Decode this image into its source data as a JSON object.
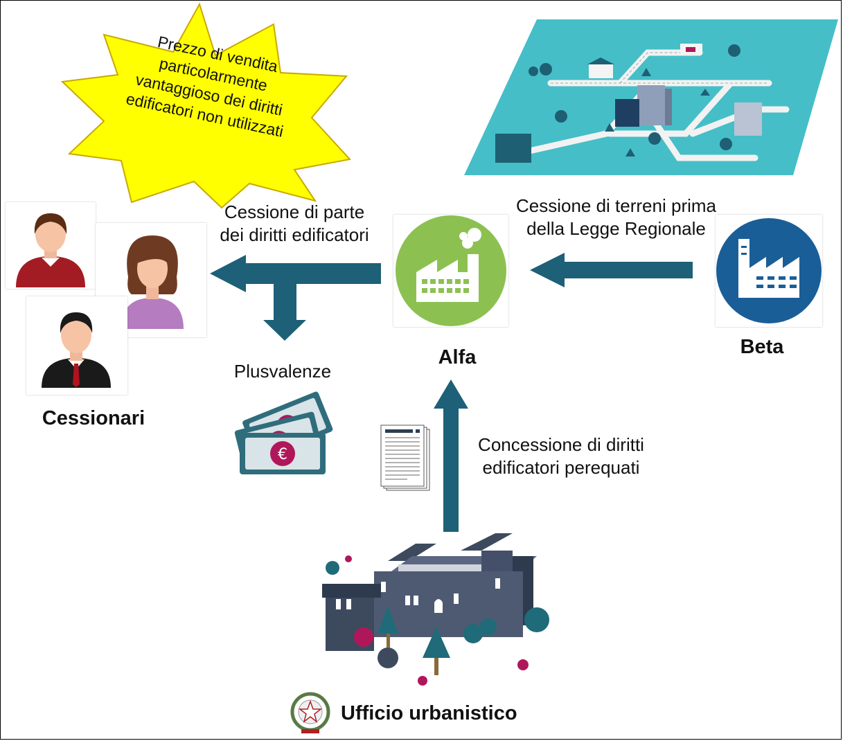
{
  "burst": {
    "lines": [
      "Prezzo di vendita",
      "particolarmente",
      "vantaggioso dei diritti",
      "edificatori non utilizzati"
    ]
  },
  "labels": {
    "cessione_parte": [
      "Cessione di parte",
      "dei diritti edificatori"
    ],
    "cessione_terreni": [
      "Cessione di terreni prima",
      "della Legge Regionale"
    ],
    "concessione": [
      "Concessione di diritti",
      "edificatori perequati"
    ],
    "plusvalenze": "Plusvalenze"
  },
  "entities": {
    "cessionari": "Cessionari",
    "alfa": "Alfa",
    "beta": "Beta",
    "ufficio": "Ufficio urbanistico"
  },
  "colors": {
    "arrow": "#1d6077",
    "alfa_circle": "#8cc152",
    "beta_circle": "#1a5e97",
    "burst_fill": "#ffff00",
    "map_bg": "#45bec8"
  },
  "icons": [
    "starburst-icon",
    "city-map-icon",
    "factory-icon",
    "person-icon",
    "banknote-icon",
    "document-icon",
    "government-building-icon",
    "emblem-icon"
  ]
}
